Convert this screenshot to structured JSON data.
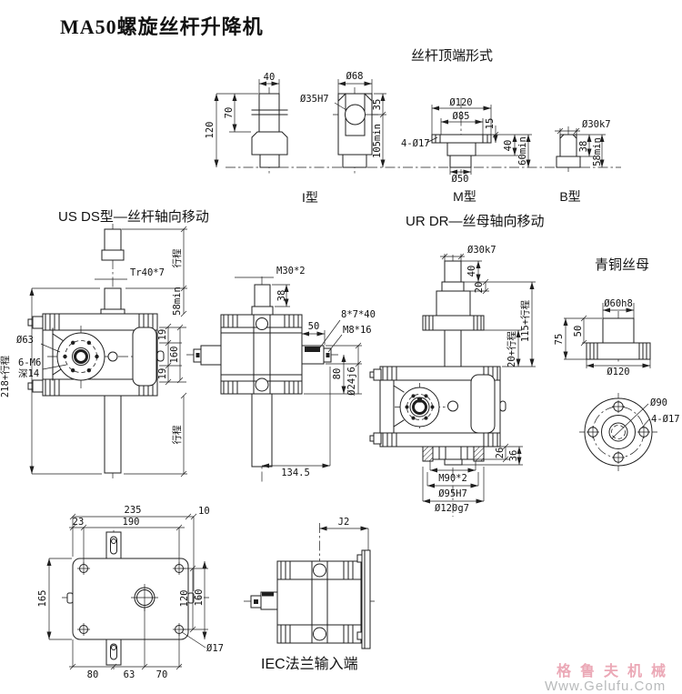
{
  "title": "MA50螺旋丝杆升降机",
  "top": {
    "header": "丝杆顶端形式",
    "i": {
      "label": "I型",
      "d40": "40",
      "d70": "70",
      "d120": "120",
      "bore": "Ø35H7",
      "d68": "Ø68",
      "d35": "35",
      "dmin": "105min"
    },
    "m": {
      "label": "M型",
      "d120": "Ø120",
      "d85": "Ø85",
      "d15": "15",
      "holes": "4-Ø17",
      "d40": "40",
      "dmin": "60min",
      "d50": "Ø50"
    },
    "b": {
      "label": "B型",
      "d30": "Ø30k7",
      "d38": "38",
      "dmin": "58min"
    }
  },
  "usds": {
    "header": "US DS型—丝杆轴向移动",
    "thread": "Tr40*7",
    "stroke_top": "行程",
    "d58": "58min",
    "d19a": "19",
    "d160": "160",
    "d19b": "19",
    "stroke_bottom": "行程",
    "total": "218+行程",
    "d63": "Ø63",
    "bolts": "6-M6",
    "depth": "深14"
  },
  "side": {
    "thread": "M30*2",
    "d38": "38",
    "d50": "50",
    "key": "8*7*40",
    "tap": "M8*16",
    "d80": "80",
    "shaft": "Ø24j6",
    "len": "134.5"
  },
  "urdr": {
    "header": "UR DR—丝母轴向移动",
    "d30": "Ø30k7",
    "d40": "40",
    "d20": "20",
    "s115": "115+行程",
    "s20": "20+行程",
    "d26": "26",
    "d36": "36",
    "thread": "M90*2",
    "bore": "Ø95H7",
    "flange": "Ø120g7"
  },
  "nut": {
    "header": "青铜丝母",
    "d60": "Ø60h8",
    "d50": "50",
    "d75": "75",
    "d120": "Ø120",
    "d90": "Ø90",
    "holes": "4-Ø17"
  },
  "plan": {
    "d235": "235",
    "d10": "10",
    "d23": "23",
    "d190": "190",
    "d165": "165",
    "d120": "120",
    "d160": "160",
    "hole": "Ø17",
    "d80": "80",
    "d63": "63",
    "d70": "70"
  },
  "iec": {
    "header": "IEC法兰输入端",
    "j2": "J2"
  },
  "watermark": {
    "brand": "格鲁夫机械",
    "url": "Www.Gelufu.Com"
  }
}
